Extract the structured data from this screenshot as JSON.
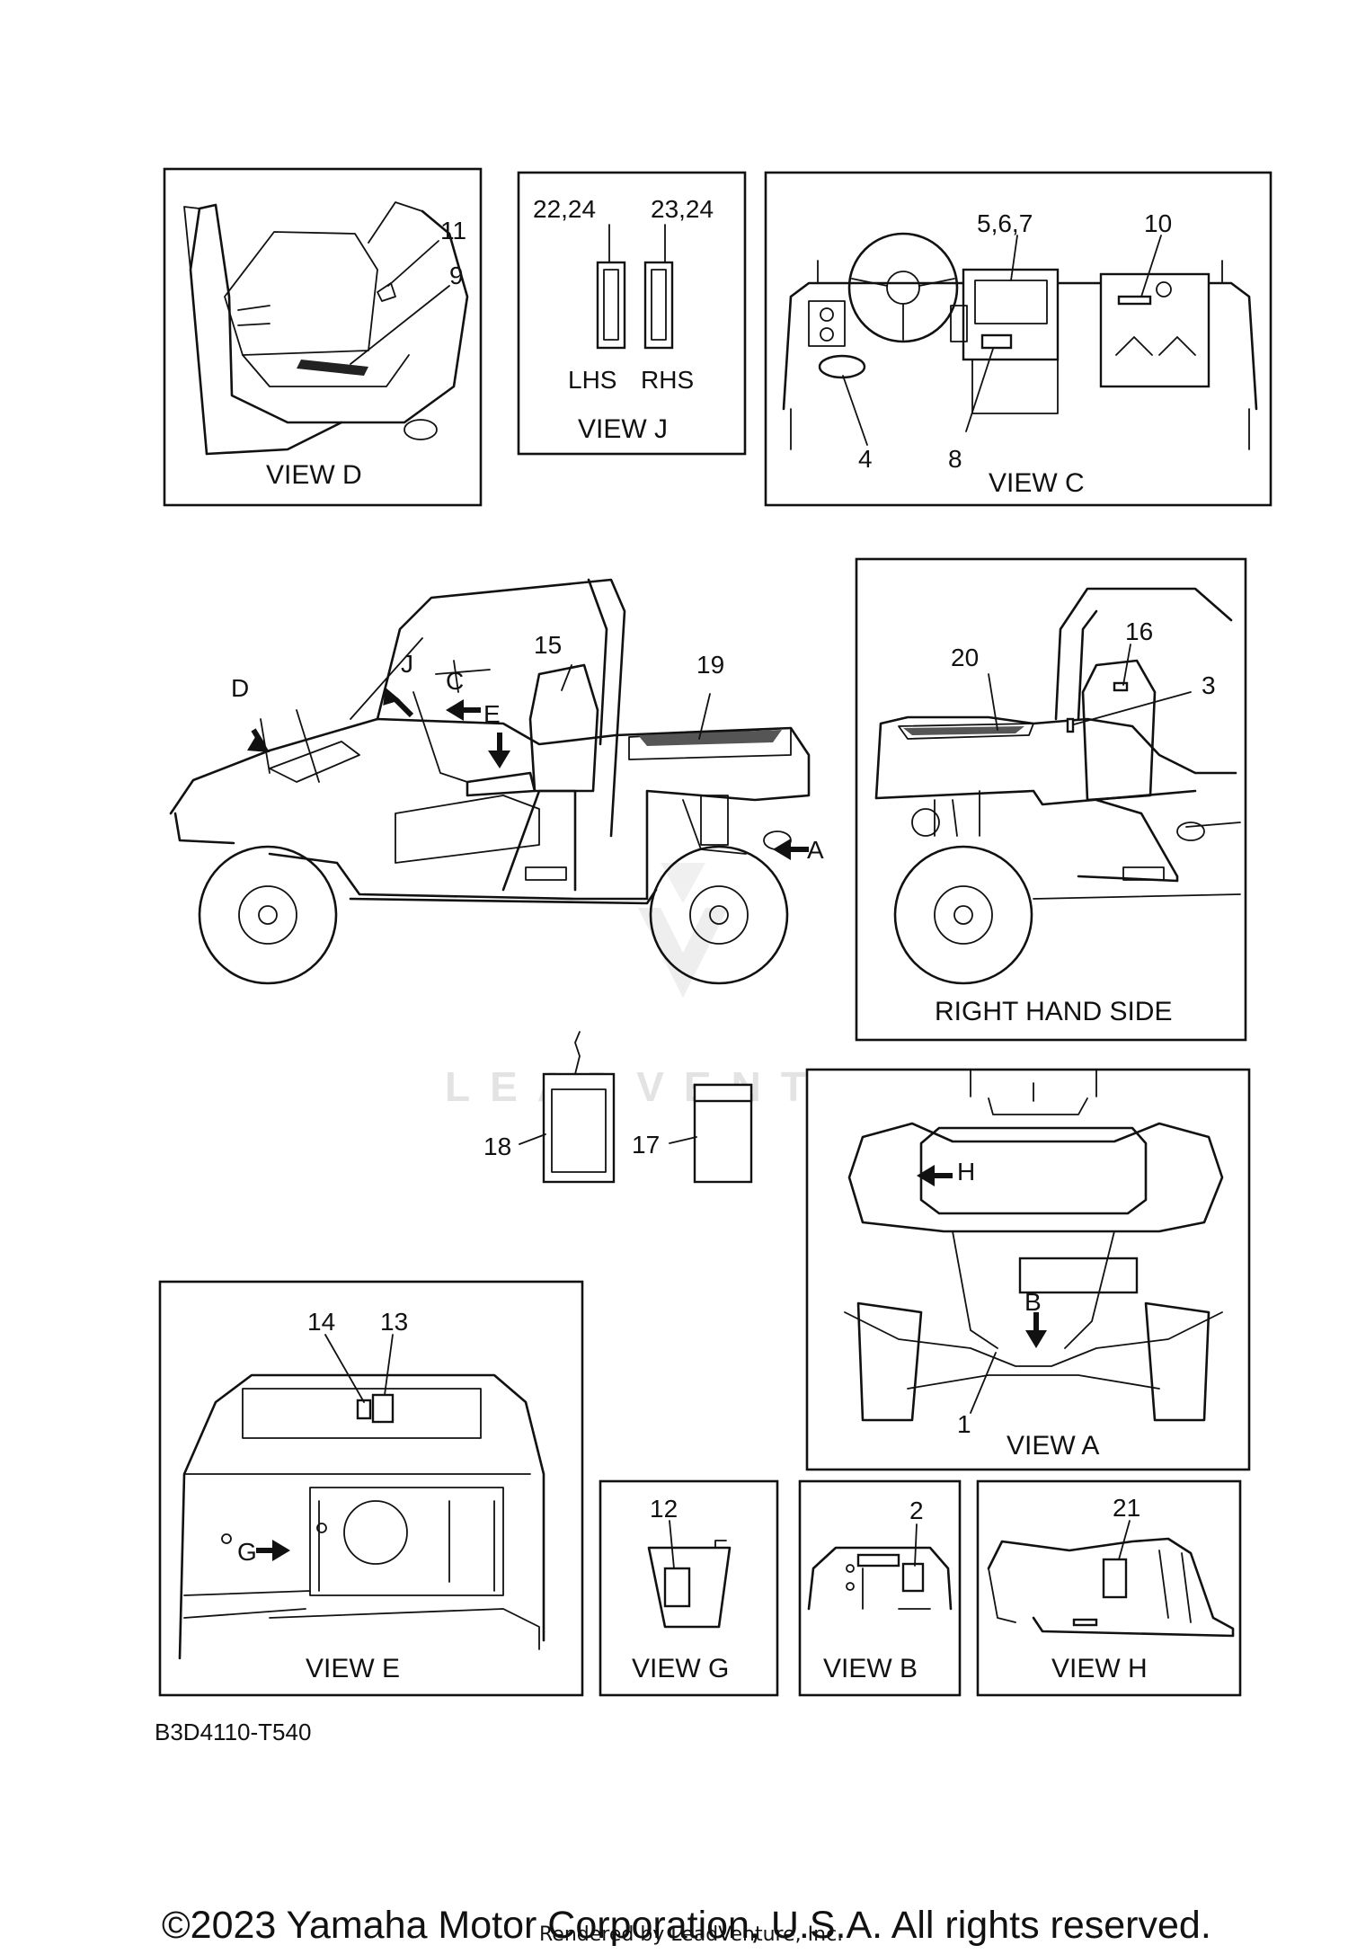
{
  "views": {
    "view_d": {
      "caption": "VIEW D",
      "callouts": [
        "11",
        "9"
      ]
    },
    "view_j": {
      "caption": "VIEW J",
      "top_left": "22,24",
      "top_right": "23,24",
      "lhs": "LHS",
      "rhs": "RHS"
    },
    "view_c": {
      "caption": "VIEW C",
      "callouts": [
        "5,6,7",
        "10",
        "4",
        "8"
      ]
    },
    "main_left": {
      "callouts": [
        "15",
        "19",
        "D",
        "J",
        "C",
        "E",
        "A"
      ]
    },
    "right_side": {
      "caption": "RIGHT HAND SIDE",
      "callouts": [
        "20",
        "16",
        "3"
      ]
    },
    "labels_loose": {
      "callouts": [
        "18",
        "17"
      ]
    },
    "view_a": {
      "caption": "VIEW A",
      "callouts": [
        "H",
        "B",
        "1"
      ]
    },
    "view_e": {
      "caption": "VIEW E",
      "callouts": [
        "14",
        "13",
        "G"
      ]
    },
    "view_g": {
      "caption": "VIEW G",
      "callouts": [
        "12"
      ]
    },
    "view_b": {
      "caption": "VIEW B",
      "callouts": [
        "2"
      ]
    },
    "view_h": {
      "caption": "VIEW H",
      "callouts": [
        "21"
      ]
    }
  },
  "diagram_code": "B3D4110-T540",
  "watermark": "LEADVENTURE",
  "copyright": "©2023 Yamaha Motor Corporation, U.S.A. All rights reserved.",
  "rendered_by": "Rendered by LeadVenture, Inc."
}
